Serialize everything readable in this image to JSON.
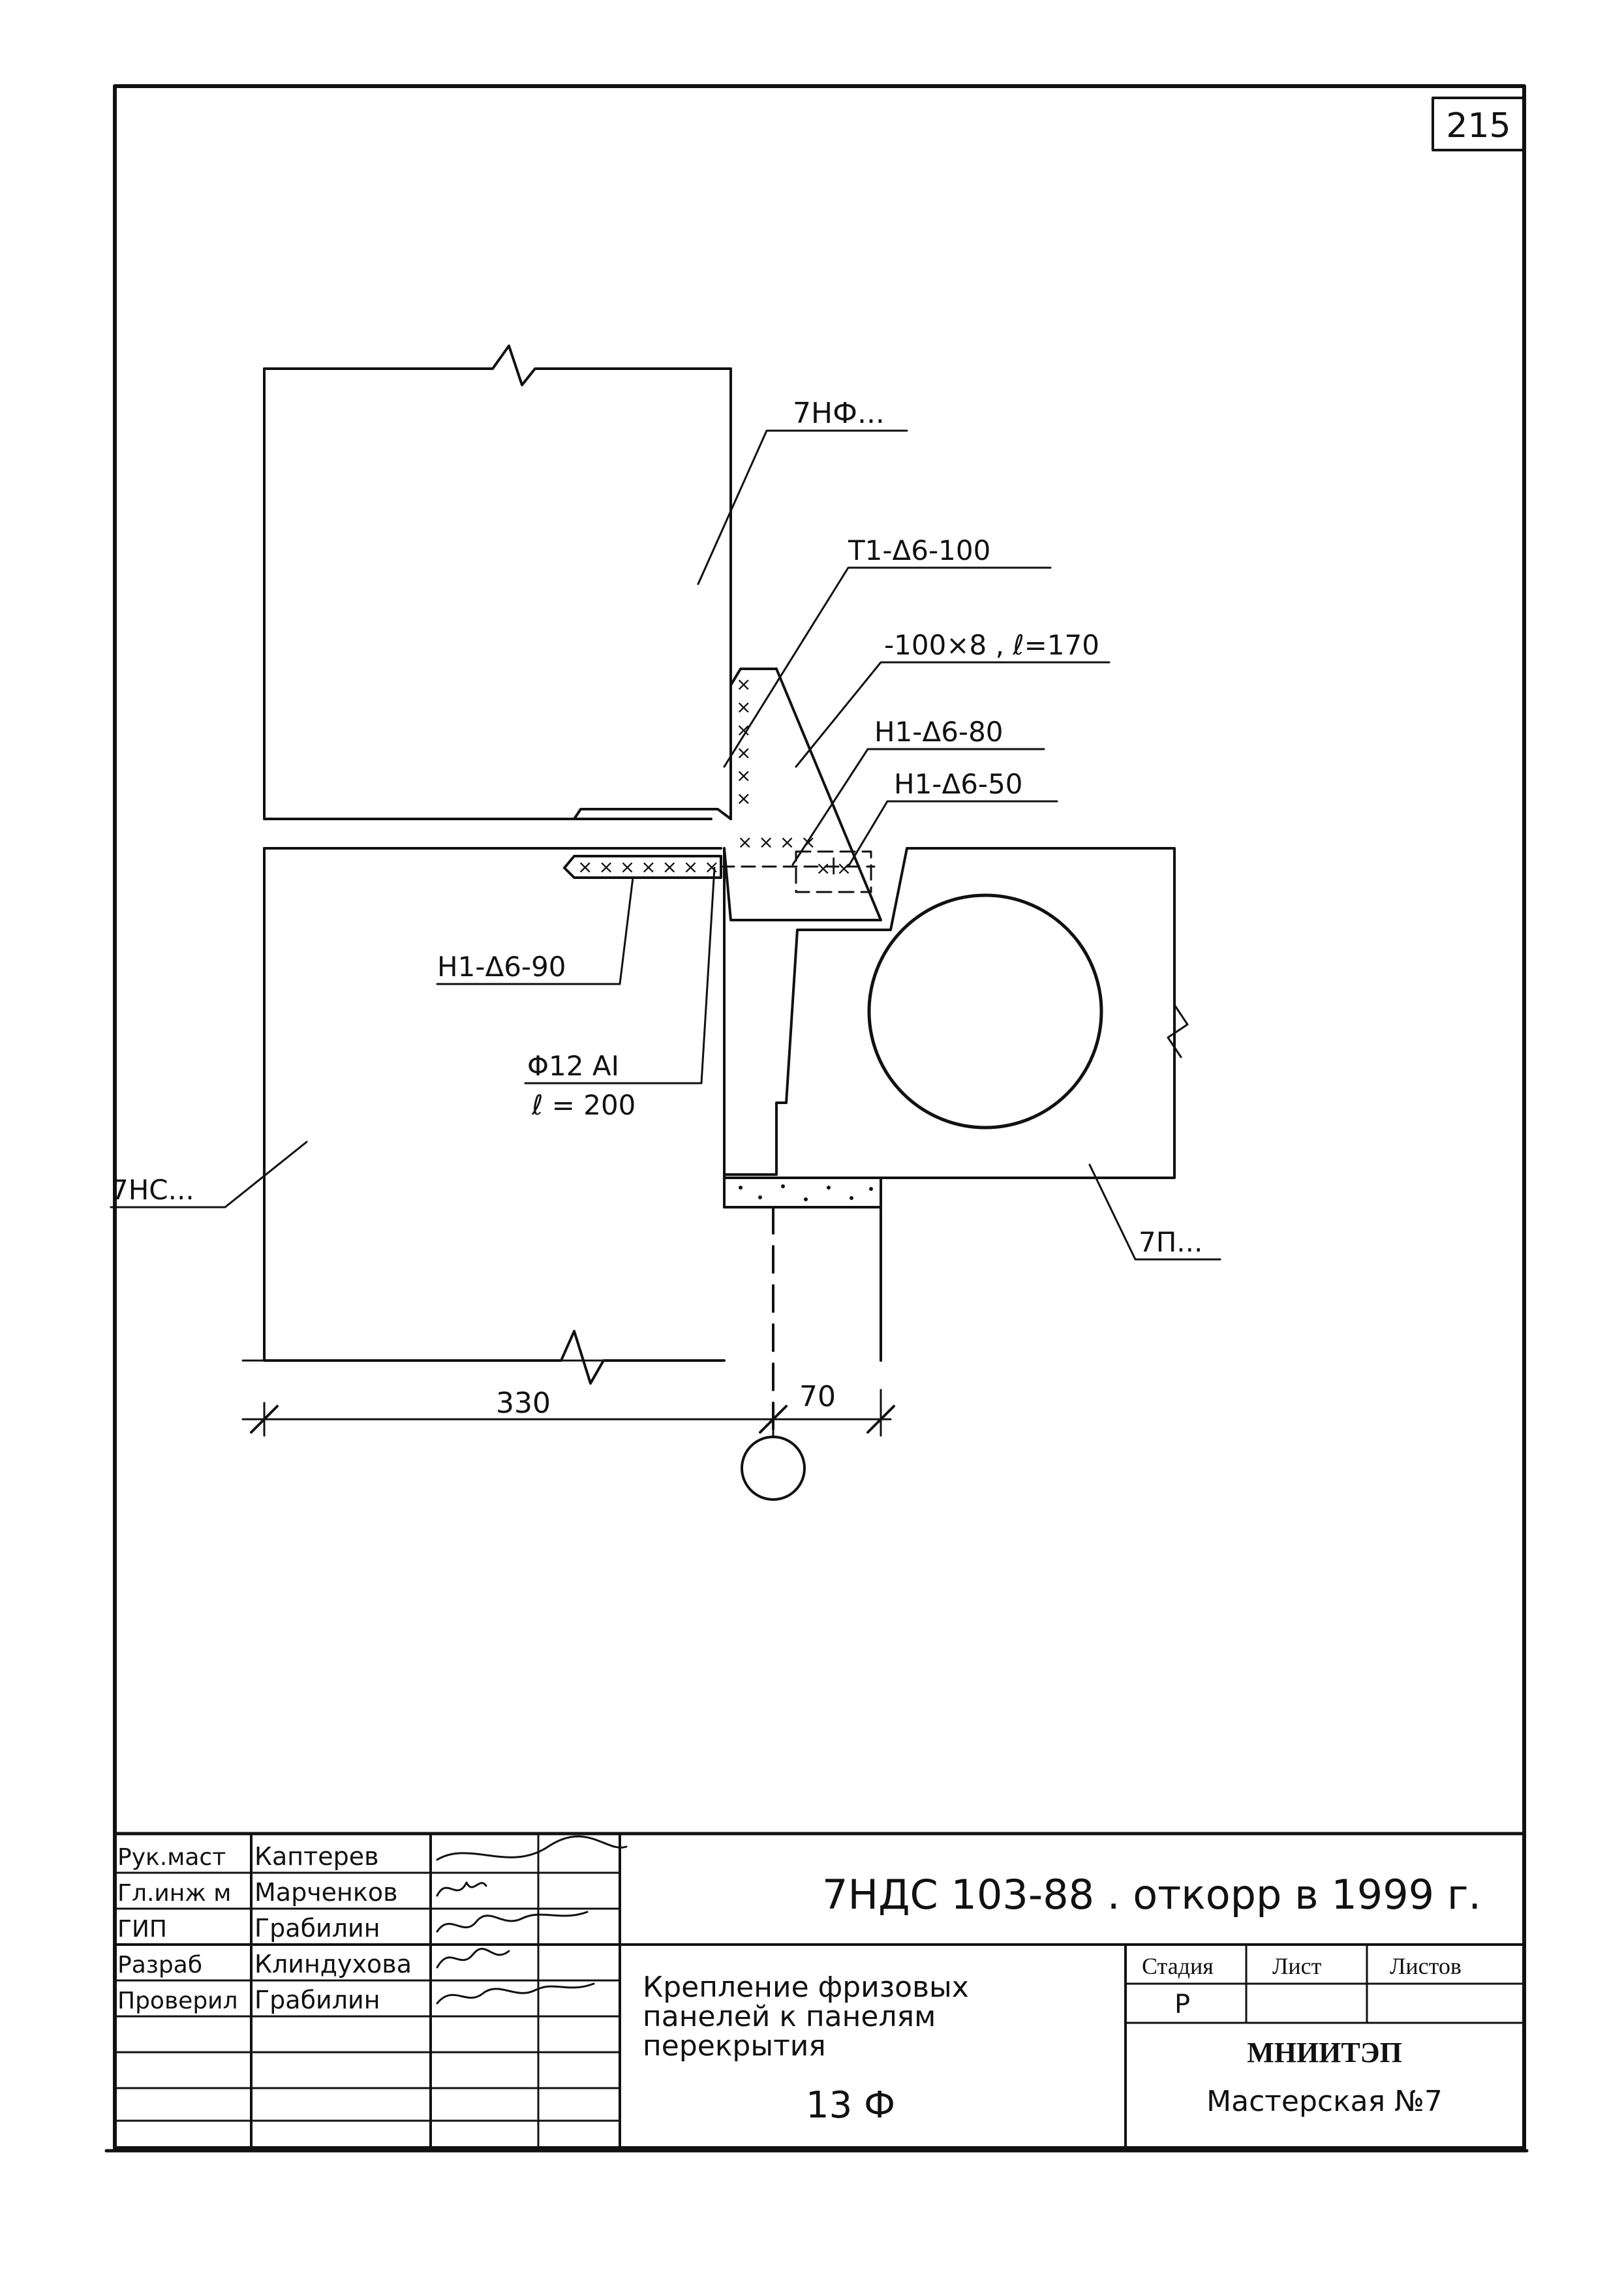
{
  "sheet_number": "215",
  "labels": {
    "panel_top": "7НФ...",
    "panel_bottom": "7НС...",
    "slab": "7П...",
    "t1": "Т1-Δ6-100",
    "plate": "-100×8 , ℓ=170",
    "h1_80": "Н1-Δ6-80",
    "h1_50": "Н1-Δ6-50",
    "h1_90": "Н1-Δ6-90",
    "bar": "Φ12 АI",
    "bar_len": "ℓ = 200",
    "dim_330": "330",
    "dim_70": "70"
  },
  "title_block": {
    "roles": [
      "Рук.маст",
      "Гл.инж м",
      "ГИП",
      "Разраб",
      "Проверил"
    ],
    "names": [
      "Каптерев",
      "Марченков",
      "Грабилин",
      "Клиндухова",
      "Грабилин"
    ],
    "document_code": "7НДС 103-88 . откорр в 1999 г.",
    "drawing_title": [
      "Крепление фризовых",
      "панелей к панелям",
      "перекрытия"
    ],
    "sheet_code": "13 Ф",
    "stage_header": "Стадия",
    "sheet_header": "Лист",
    "sheets_header": "Листов",
    "stage_value": "Р",
    "organization": "МНИИТЭП",
    "workshop": "Мастерская №7"
  }
}
